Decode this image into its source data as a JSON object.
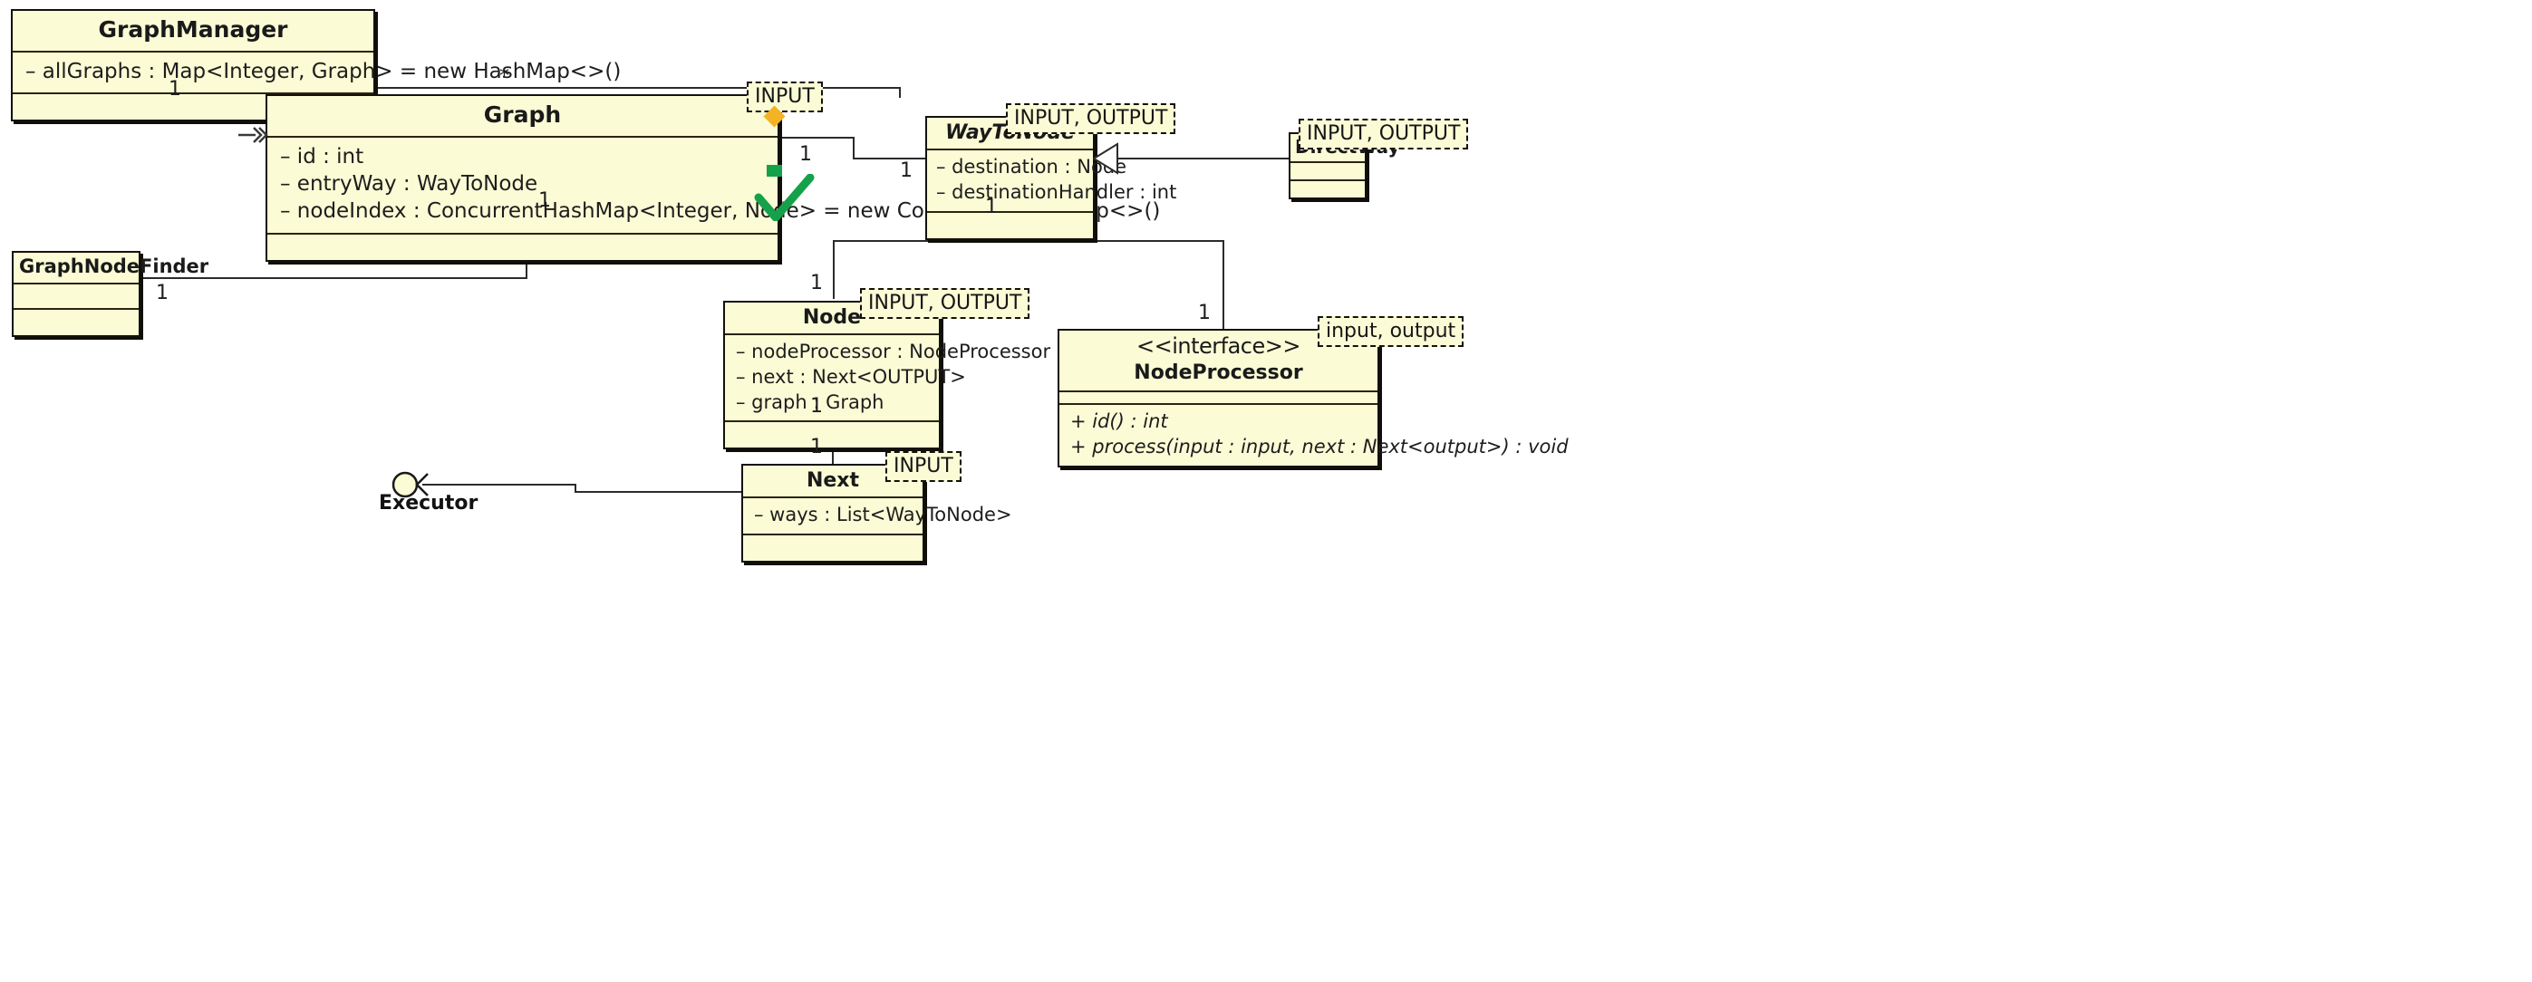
{
  "diagram": {
    "kind": "uml-class-diagram",
    "background": "#ffffff",
    "class_fill": "#fbfbd6",
    "class_border": "#14110c",
    "accent_diamond": "#f4b324",
    "accent_square": "#15a14a",
    "check_color": "#15a14a"
  },
  "classes": {
    "graph_manager": {
      "name": "GraphManager",
      "attrs": [
        "– allGraphs : Map<Integer, Graph> = new HashMap<>()"
      ],
      "ops": []
    },
    "graph": {
      "name": "Graph",
      "template": "INPUT",
      "attrs": [
        "– id : int",
        "– entryWay : WayToNode",
        "– nodeIndex : ConcurrentHashMap<Integer, Node> = new ConcurrentHashMap<>()"
      ],
      "ops": []
    },
    "graph_node_finder": {
      "name": "GraphNodeFinder",
      "attrs": [],
      "ops": []
    },
    "way_to_node": {
      "name": "WayToNode",
      "template": "INPUT, OUTPUT",
      "attrs": [
        "– destination : Node",
        "– destinationHandler : int"
      ],
      "ops": []
    },
    "direct_way": {
      "name": "DirectWay",
      "template": "INPUT, OUTPUT",
      "attrs": [],
      "ops": []
    },
    "node": {
      "name": "Node",
      "template": "INPUT, OUTPUT",
      "attrs": [
        "– nodeProcessor : NodeProcessor",
        "– next : Next<OUTPUT>",
        "– graph : Graph"
      ],
      "ops": []
    },
    "node_processor": {
      "stereotype": "<<interface>>",
      "name": "NodeProcessor",
      "template": "input, output",
      "attrs": [],
      "ops": [
        "+ id() : int",
        "+ process(input : input, next : Next<output>) : void"
      ]
    },
    "next": {
      "name": "Next",
      "template": "INPUT",
      "attrs": [
        "– ways : List<WayToNode>"
      ],
      "ops": []
    },
    "executor": {
      "name": "Executor"
    }
  },
  "multiplicities": {
    "manager_to_graph_src": "1",
    "manager_to_graph_dst": "*",
    "graph_to_waytonode": "1",
    "waytonode_from_graph": "1",
    "graph_to_finder": "1",
    "finder_end": "1",
    "waytonode_down": "1",
    "node_up": "1",
    "nodeprocessor_up": "1",
    "node_down": "1",
    "next_up": "1"
  }
}
